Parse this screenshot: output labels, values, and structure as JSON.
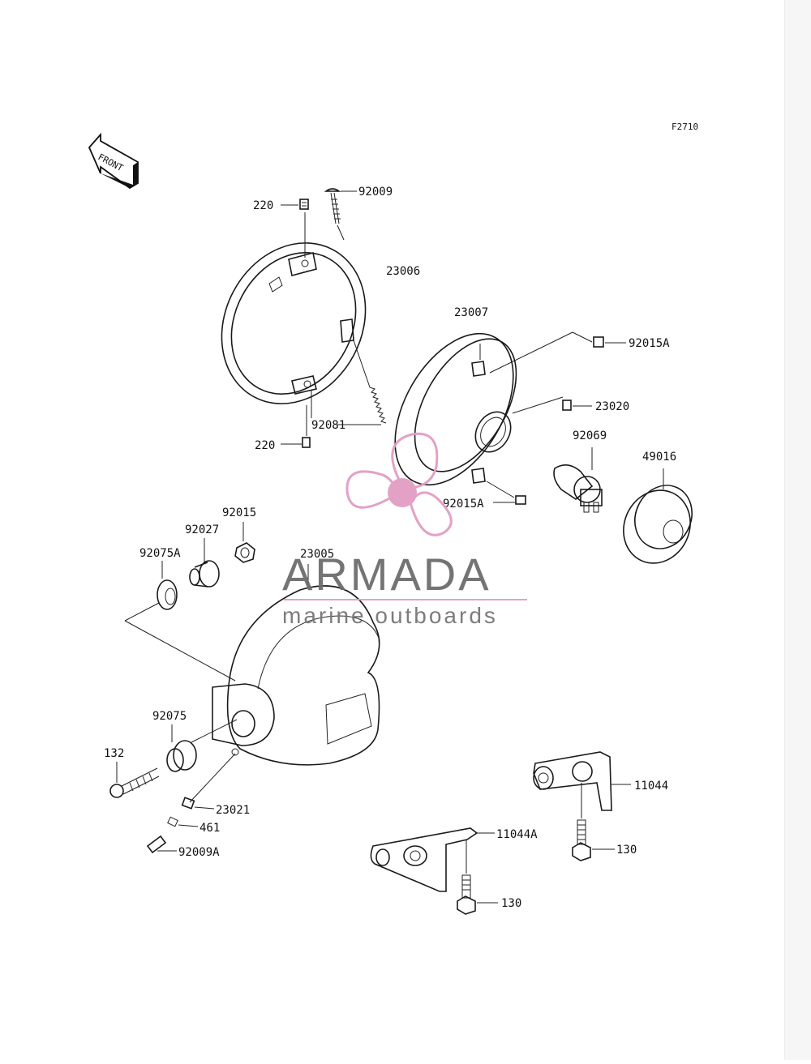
{
  "diagram": {
    "figure_code": "F2710",
    "front_label": "FRONT",
    "part_labels": [
      {
        "id": "220-top",
        "text": "220"
      },
      {
        "id": "92009",
        "text": "92009"
      },
      {
        "id": "23006",
        "text": "23006"
      },
      {
        "id": "23007",
        "text": "23007"
      },
      {
        "id": "92015A-top",
        "text": "92015A"
      },
      {
        "id": "23020",
        "text": "23020"
      },
      {
        "id": "92081",
        "text": "92081"
      },
      {
        "id": "220-bottom",
        "text": "220"
      },
      {
        "id": "92069",
        "text": "92069"
      },
      {
        "id": "49016",
        "text": "49016"
      },
      {
        "id": "92015A-bottom",
        "text": "92015A"
      },
      {
        "id": "92015",
        "text": "92015"
      },
      {
        "id": "92027",
        "text": "92027"
      },
      {
        "id": "92075A",
        "text": "92075A"
      },
      {
        "id": "23005",
        "text": "23005"
      },
      {
        "id": "92075",
        "text": "92075"
      },
      {
        "id": "132",
        "text": "132"
      },
      {
        "id": "11044",
        "text": "11044"
      },
      {
        "id": "23021",
        "text": "23021"
      },
      {
        "id": "461",
        "text": "461"
      },
      {
        "id": "11044A",
        "text": "11044A"
      },
      {
        "id": "130-right",
        "text": "130"
      },
      {
        "id": "92009A",
        "text": "92009A"
      },
      {
        "id": "130-bottom",
        "text": "130"
      }
    ]
  },
  "watermark": {
    "brand": "ARMADA",
    "tagline": "marine outboards",
    "accent_color": "#e29cc4",
    "text_color": "#6d6d6d"
  }
}
